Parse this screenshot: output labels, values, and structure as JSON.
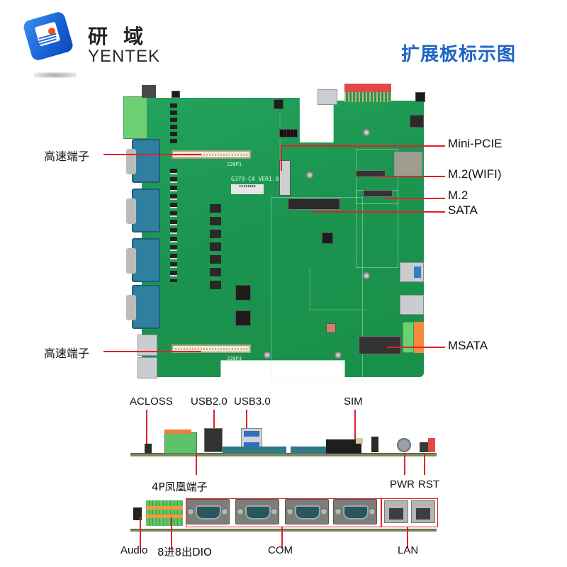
{
  "header": {
    "brand_cn": "研域",
    "brand_en": "YENTEK",
    "title": "扩展板标示图"
  },
  "board": {
    "silkscreen_model": "G370-C4 VER1.0",
    "silkscreen_ref_top": "J20P1",
    "silkscreen_ref_bottom": "J20P3"
  },
  "top_view_callouts": {
    "left": [
      {
        "id": "high-speed-connector-top",
        "label": "高速端子"
      },
      {
        "id": "high-speed-connector-bottom",
        "label": "高速端子"
      }
    ],
    "right": [
      {
        "id": "mini-pcie",
        "label": "Mini-PCIE"
      },
      {
        "id": "m2-wifi",
        "label": "M.2(WIFI)"
      },
      {
        "id": "m2",
        "label": "M.2"
      },
      {
        "id": "sata",
        "label": "SATA"
      },
      {
        "id": "msata",
        "label": "MSATA"
      }
    ]
  },
  "side_view_1": {
    "top_labels": [
      {
        "id": "acloss",
        "label": "ACLOSS"
      },
      {
        "id": "usb20",
        "label": "USB2.0"
      },
      {
        "id": "usb30",
        "label": "USB3.0"
      },
      {
        "id": "sim",
        "label": "SIM"
      }
    ],
    "bottom_labels": [
      {
        "id": "phoenix-4p",
        "label": "4P凤凰端子"
      },
      {
        "id": "pwr",
        "label": "PWR"
      },
      {
        "id": "rst",
        "label": "RST"
      }
    ]
  },
  "side_view_2": {
    "bottom_labels": [
      {
        "id": "audio",
        "label": "Audio"
      },
      {
        "id": "dio",
        "label": "8进8出DIO"
      },
      {
        "id": "com",
        "label": "COM"
      },
      {
        "id": "lan",
        "label": "LAN"
      }
    ]
  },
  "colors": {
    "title_blue": "#1c64c4",
    "callout_red": "#e0212a",
    "pcb_green": "#1f9a55",
    "logo_blue": "#1560d6"
  }
}
